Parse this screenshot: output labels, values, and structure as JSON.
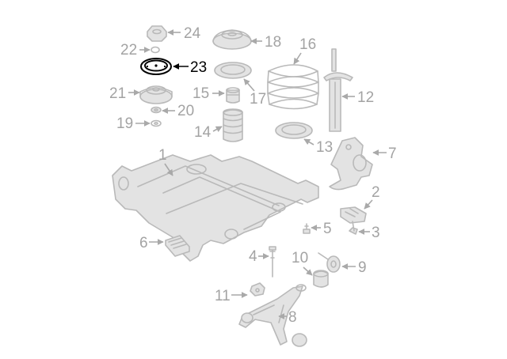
{
  "callouts": [
    {
      "id": "1",
      "label": "1",
      "highlighted": false
    },
    {
      "id": "2",
      "label": "2",
      "highlighted": false
    },
    {
      "id": "3",
      "label": "3",
      "highlighted": false
    },
    {
      "id": "4",
      "label": "4",
      "highlighted": false
    },
    {
      "id": "5",
      "label": "5",
      "highlighted": false
    },
    {
      "id": "6",
      "label": "6",
      "highlighted": false
    },
    {
      "id": "7",
      "label": "7",
      "highlighted": false
    },
    {
      "id": "8",
      "label": "8",
      "highlighted": false
    },
    {
      "id": "9",
      "label": "9",
      "highlighted": false
    },
    {
      "id": "10",
      "label": "10",
      "highlighted": false
    },
    {
      "id": "11",
      "label": "11",
      "highlighted": false
    },
    {
      "id": "12",
      "label": "12",
      "highlighted": false
    },
    {
      "id": "13",
      "label": "13",
      "highlighted": false
    },
    {
      "id": "14",
      "label": "14",
      "highlighted": false
    },
    {
      "id": "15",
      "label": "15",
      "highlighted": false
    },
    {
      "id": "16",
      "label": "16",
      "highlighted": false
    },
    {
      "id": "17",
      "label": "17",
      "highlighted": false
    },
    {
      "id": "18",
      "label": "18",
      "highlighted": false
    },
    {
      "id": "19",
      "label": "19",
      "highlighted": false
    },
    {
      "id": "20",
      "label": "20",
      "highlighted": false
    },
    {
      "id": "21",
      "label": "21",
      "highlighted": false
    },
    {
      "id": "22",
      "label": "22",
      "highlighted": false
    },
    {
      "id": "23",
      "label": "23",
      "highlighted": true
    },
    {
      "id": "24",
      "label": "24",
      "highlighted": false
    }
  ],
  "colors": {
    "part_stroke": "#b9b9b9",
    "callout_text": "#a3a3a3",
    "highlight": "#000000",
    "background": "#ffffff"
  }
}
